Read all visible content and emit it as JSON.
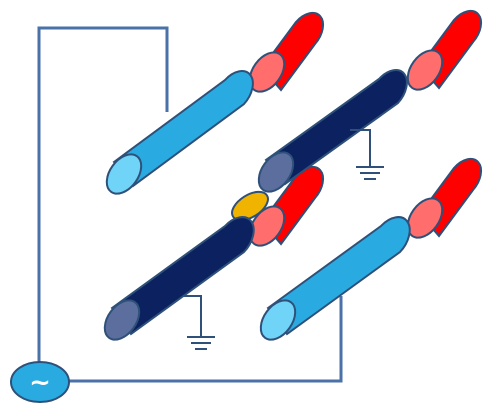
{
  "diagram": {
    "ac_source": {
      "symbol": "~"
    },
    "colors": {
      "light_blue_rod": "#29ABE2",
      "light_blue_cap": "#6FD4F7",
      "dark_blue_rod": "#0B2160",
      "dark_blue_cap": "#5B6E9E",
      "red_rod": "#FF0000",
      "red_cap": "#FF6D6D",
      "wire": "#4A72A8",
      "outline": "#2E5079",
      "gold_ellipse": "#F0B400"
    },
    "components": [
      {
        "name": "light-blue-rod-upper",
        "kind": "light"
      },
      {
        "name": "dark-blue-rod-upper",
        "kind": "dark"
      },
      {
        "name": "dark-blue-rod-lower",
        "kind": "dark"
      },
      {
        "name": "light-blue-rod-lower",
        "kind": "light"
      },
      {
        "name": "red-rod-1",
        "kind": "red"
      },
      {
        "name": "red-rod-2",
        "kind": "red"
      },
      {
        "name": "red-rod-3",
        "kind": "red"
      },
      {
        "name": "red-rod-4",
        "kind": "red"
      }
    ]
  }
}
